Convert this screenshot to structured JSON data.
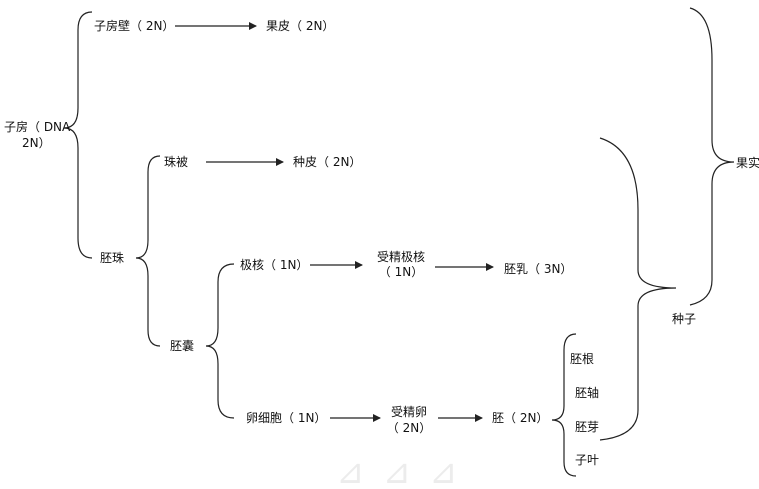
{
  "nodes": {
    "ovary_wall": "子房壁（ 2N）",
    "pericarp": "果皮（ 2N）",
    "ovary_line1": "子房（ DNA",
    "ovary_line2": "2N）",
    "integument": "珠被",
    "seed_coat": "种皮（ 2N）",
    "ovule": "胚珠",
    "embryo_sac": "胚囊",
    "polar_nuclei": "极核（ 1N）",
    "fert_polar_line1": "受精极核",
    "fert_polar_line2": "（ 1N）",
    "endosperm": "胚乳（ 3N）",
    "egg_cell": "卵细胞（ 1N）",
    "zygote_line1": "受精卵",
    "zygote_line2": "（ 2N）",
    "embryo": "胚（ 2N）",
    "radicle": "胚根",
    "hypocotyl": "胚轴",
    "plumule": "胚芽",
    "cotyledon": "子叶",
    "seed": "种子",
    "fruit": "果实"
  },
  "colors": {
    "line": "#222222",
    "text": "#111111"
  }
}
